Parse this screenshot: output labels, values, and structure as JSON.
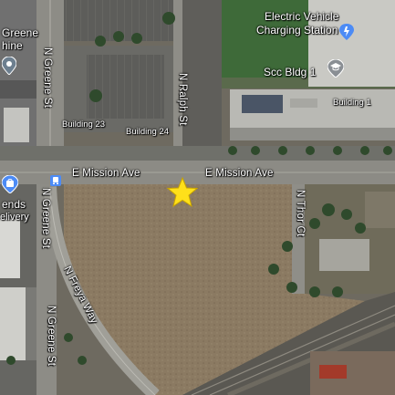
{
  "map": {
    "type": "satellite",
    "labels": {
      "ev_station_line1": "Electric Vehicle",
      "ev_station_line2": "Charging Station",
      "scc_bldg": "Scc Bldg 1",
      "building_1": "Building 1",
      "building_23": "Building 23",
      "building_24": "Building 24",
      "greene_partial_top": "Greene",
      "greene_partial_mid": "hine",
      "friends_partial": "ends",
      "delivery_partial": "elivery"
    },
    "streets": {
      "mission_ave_west": "E Mission Ave",
      "mission_ave_east": "E Mission Ave",
      "greene_north": "N Greene St",
      "greene_south": "N Greene St",
      "greene_far_south": "N Greene St",
      "ralph": "N Ralph St",
      "freya": "N Freya Way",
      "thor": "N Thor Ct"
    },
    "markers": {
      "selected_location": "star",
      "colors": {
        "star": "#FFE01A",
        "star_outline": "#C8A400",
        "school_pin": "#8A8F94",
        "blue_pin": "#4C8BF5"
      }
    }
  }
}
